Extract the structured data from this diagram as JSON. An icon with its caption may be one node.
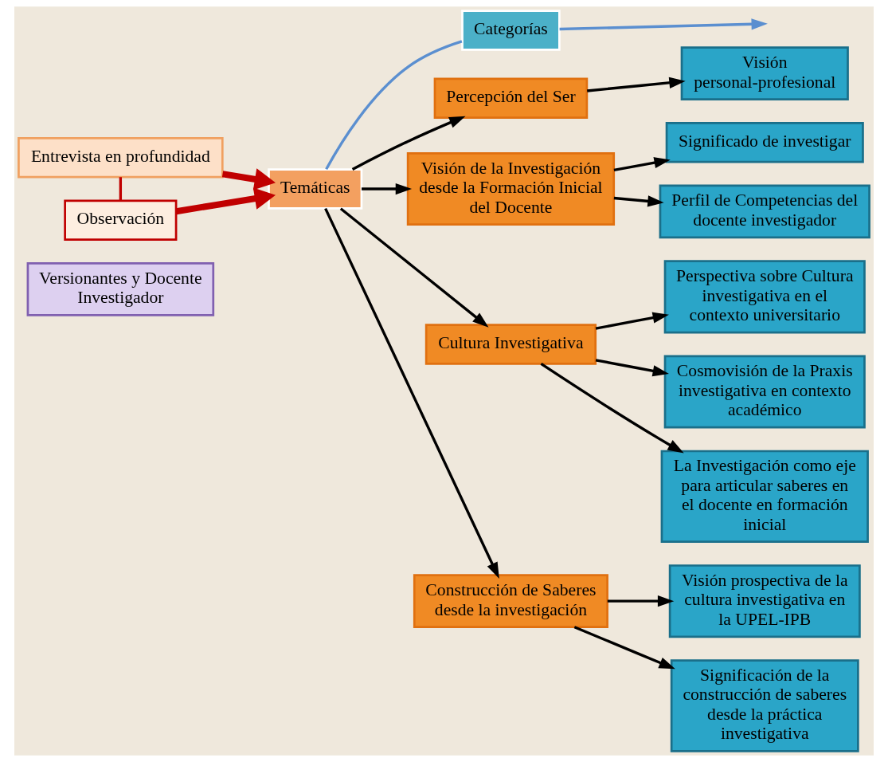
{
  "diagram": {
    "nodes": [
      {
        "text": [
          "Versionantes y Docente Investigador"
        ]
      },
      {
        "text": [
          "Entrevista en profundidad"
        ]
      },
      {
        "text": [
          "Observación"
        ]
      },
      {
        "text": [
          "Temáticas"
        ]
      },
      {
        "text": [
          "Categorías"
        ]
      },
      {
        "text": [
          "Percepción del Ser"
        ]
      },
      {
        "text": [
          "Visión personal-profesional"
        ]
      },
      {
        "text": [
          "Visión de la Investigación desde la Formación Inicial del Docente"
        ]
      },
      {
        "text": [
          "Significado de investigar"
        ]
      },
      {
        "text": [
          "Perfil de Competencias del docente investigador"
        ]
      },
      {
        "text": [
          "Cultura Investigativa"
        ]
      },
      {
        "text": [
          "Perspectiva sobre Cultura investigativa en el contexto universitario"
        ]
      },
      {
        "text": [
          "Cosmovisión de la Praxis investigativa en contexto académico"
        ]
      },
      {
        "text": [
          "La Investigación como eje para articular saberes en el docente en formación inicial"
        ]
      },
      {
        "text": [
          "Construcción de Saberes desde la investigación"
        ]
      },
      {
        "text": [
          "Visión prospectiva de la cultura investigativa en la UPEL-IPB"
        ]
      },
      {
        "text": [
          "Significación de la construcción de saberes desde la práctica investigativa"
        ]
      }
    ],
    "edges": [
      {
        "from": 1,
        "to": 2,
        "arrow": "none",
        "color": "#c00000"
      },
      {
        "from": 1,
        "to": 3,
        "arrow": "to",
        "style": "thick",
        "color": "#c00000"
      },
      {
        "from": 2,
        "to": 3,
        "arrow": "to",
        "style": "thick",
        "color": "#c00000"
      },
      {
        "from": 3,
        "to": 4,
        "arrow": "none",
        "color": "#5b8fd0"
      },
      {
        "from": 4,
        "to": null,
        "arrow": "to",
        "color": "#5b8fd0"
      },
      {
        "from": 3,
        "to": 5,
        "arrow": "to"
      },
      {
        "from": 3,
        "to": 7,
        "arrow": "to"
      },
      {
        "from": 3,
        "to": 10,
        "arrow": "to"
      },
      {
        "from": 3,
        "to": 14,
        "arrow": "to"
      },
      {
        "from": 5,
        "to": 6,
        "arrow": "to"
      },
      {
        "from": 7,
        "to": 8,
        "arrow": "to"
      },
      {
        "from": 7,
        "to": 9,
        "arrow": "to"
      },
      {
        "from": 10,
        "to": 11,
        "arrow": "to"
      },
      {
        "from": 10,
        "to": 12,
        "arrow": "to"
      },
      {
        "from": 10,
        "to": 13,
        "arrow": "to"
      },
      {
        "from": 14,
        "to": 15,
        "arrow": "to"
      },
      {
        "from": 14,
        "to": 16,
        "arrow": "to"
      }
    ]
  }
}
